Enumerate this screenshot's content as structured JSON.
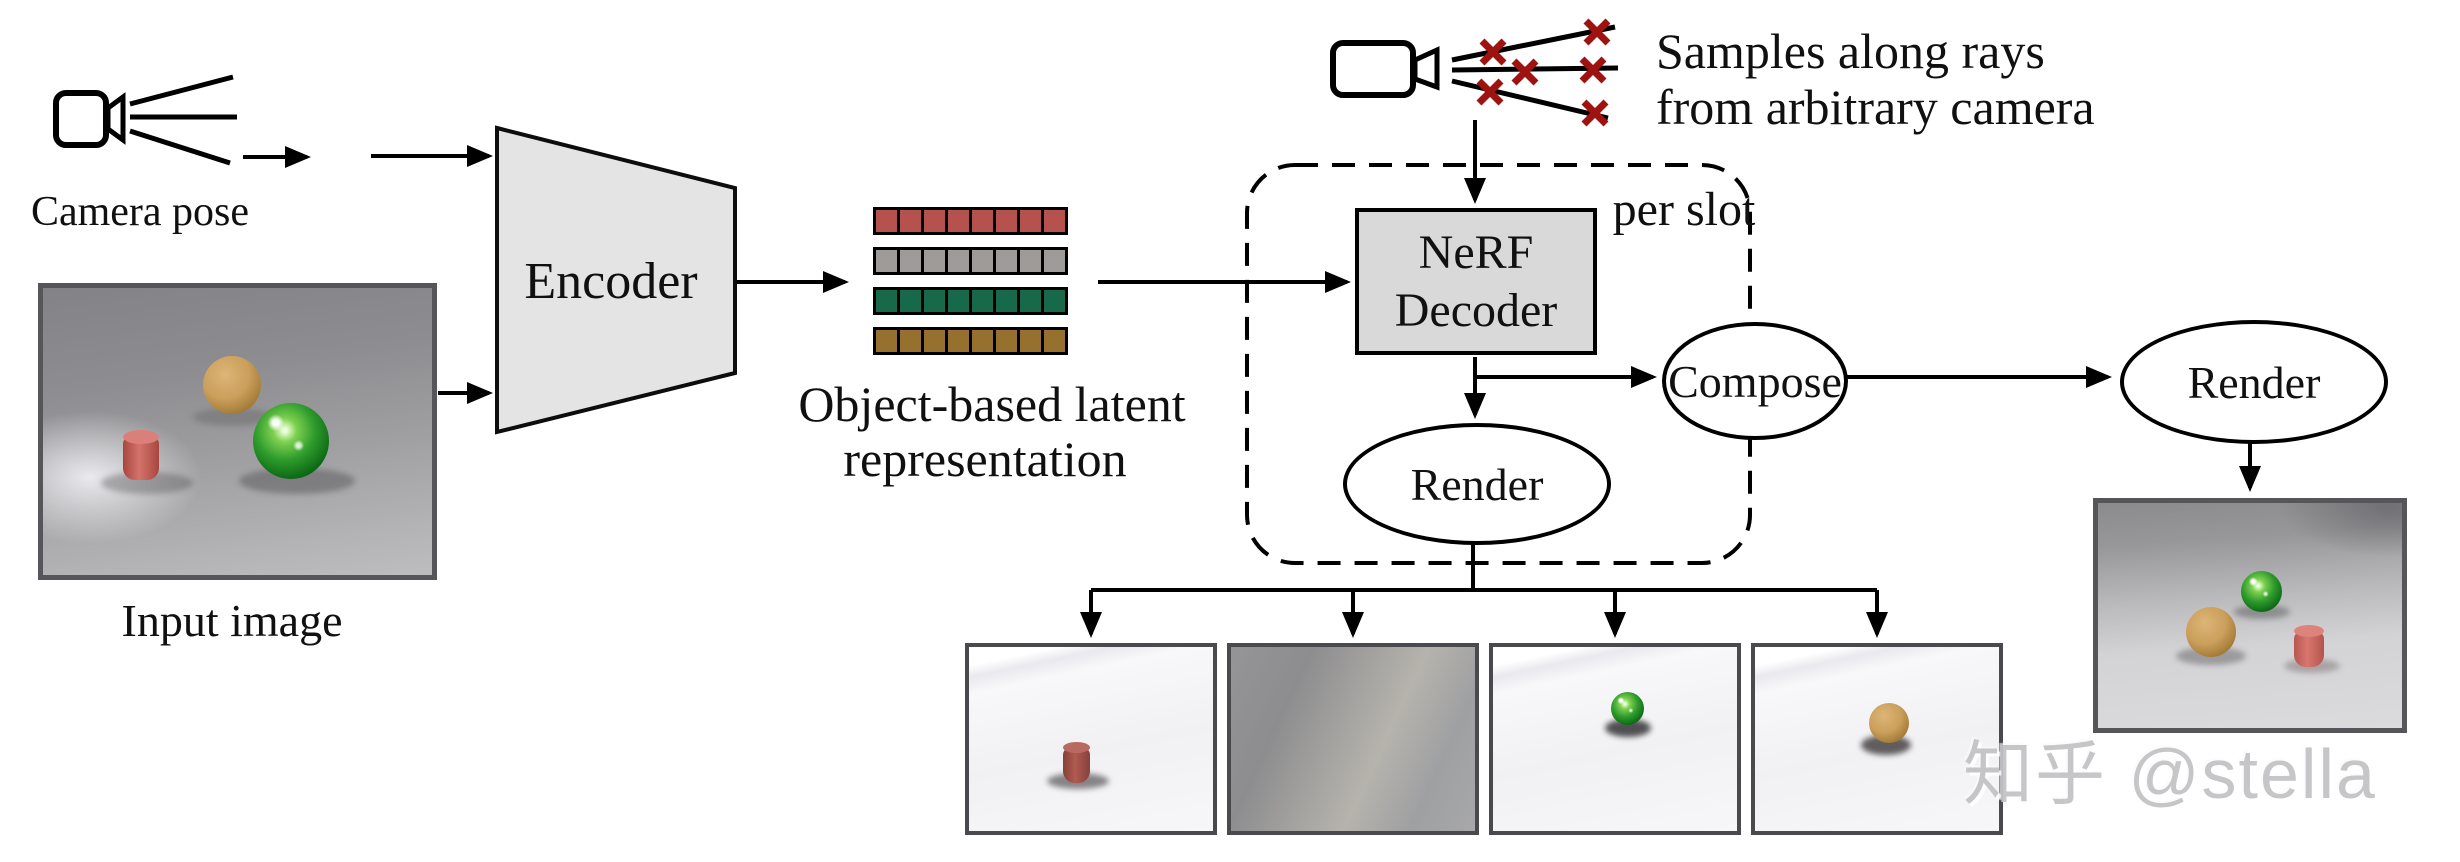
{
  "diagram": {
    "camera_pose_label": "Camera pose",
    "input_image_label": "Input image",
    "encoder_label": "Encoder",
    "latent_caption_line1": "Object-based latent",
    "latent_caption_line2": "representation",
    "samples_caption_line1": "Samples along rays",
    "samples_caption_line2": "from arbitrary camera",
    "per_slot_label": "per slot",
    "decoder_label_line1": "NeRF",
    "decoder_label_line2": "Decoder",
    "slot_render_label": "Render",
    "compose_label": "Compose",
    "final_render_label": "Render"
  },
  "latent": {
    "cells_per_row": 8,
    "rows": [
      {
        "name": "slot-red-cylinder",
        "color": "#b5524e"
      },
      {
        "name": "slot-gray-background",
        "color": "#9f9b99"
      },
      {
        "name": "slot-green-ball",
        "color": "#17694a"
      },
      {
        "name": "slot-brown-ball",
        "color": "#96702f"
      }
    ]
  },
  "colors": {
    "x_mark": "#9e1310",
    "encoder_fill": "#e4e4e4",
    "decoder_fill": "#d9d9d9",
    "line": "#000000"
  },
  "watermark": {
    "text": "知乎 @stella",
    "color": "#c3c3c6"
  }
}
